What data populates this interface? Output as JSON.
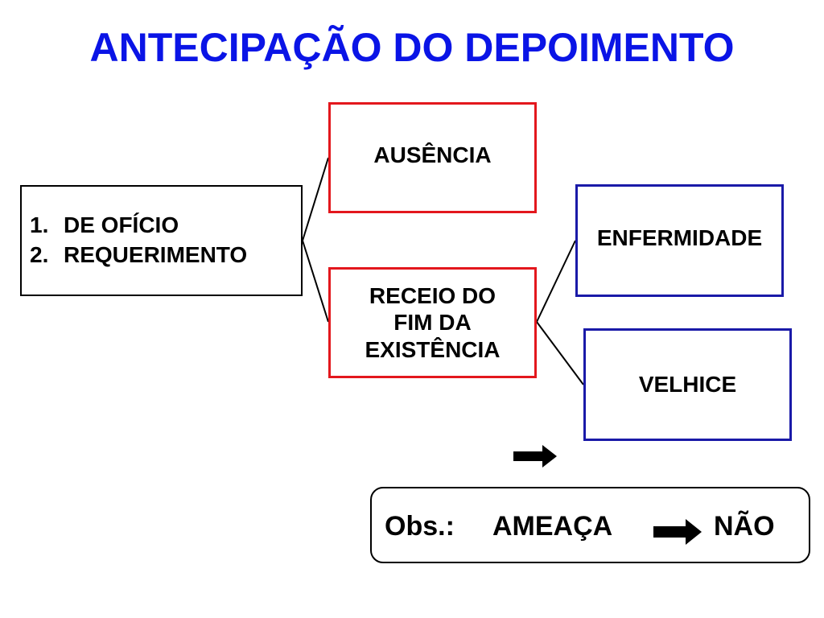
{
  "slide": {
    "title": "ANTECIPAÇÃO DO DEPOIMENTO"
  },
  "origins": {
    "items": [
      {
        "number": "1.",
        "label": "DE OFÍCIO"
      },
      {
        "number": "2.",
        "label": "REQUERIMENTO"
      }
    ]
  },
  "hypotheses": {
    "ausencia": "AUSÊNCIA",
    "receio_lines": [
      "RECEIO DO",
      "FIM DA",
      "EXISTÊNCIA"
    ]
  },
  "receio_causes": {
    "enfermidade": "ENFERMIDADE",
    "velhice": "VELHICE"
  },
  "observation": {
    "label": "Obs.:",
    "threat": "AMEAÇA",
    "result": "NÃO"
  },
  "colors": {
    "title": "#0a14e6",
    "red_border": "#e3171d",
    "blue_border": "#1a1aa8"
  },
  "icons": [
    "right-arrow-icon",
    "right-arrow-icon"
  ]
}
